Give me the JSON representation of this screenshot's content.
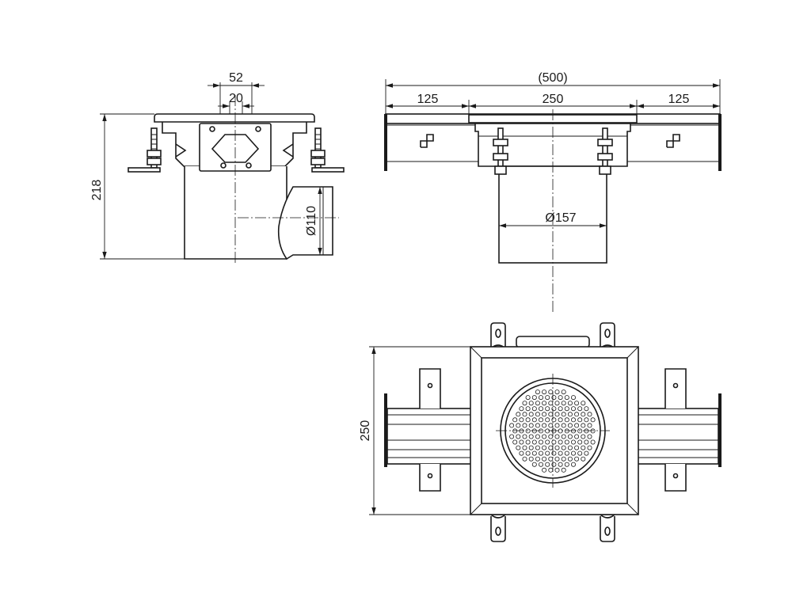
{
  "views": {
    "side": {
      "dims": {
        "width_outer": "52",
        "width_inner": "20",
        "height": "218",
        "outlet_diameter": "Ø110"
      }
    },
    "front": {
      "dims": {
        "overall": "(500)",
        "left": "125",
        "middle": "250",
        "right": "125",
        "body_diameter": "Ø157"
      }
    },
    "top": {
      "dims": {
        "side": "250"
      }
    }
  }
}
